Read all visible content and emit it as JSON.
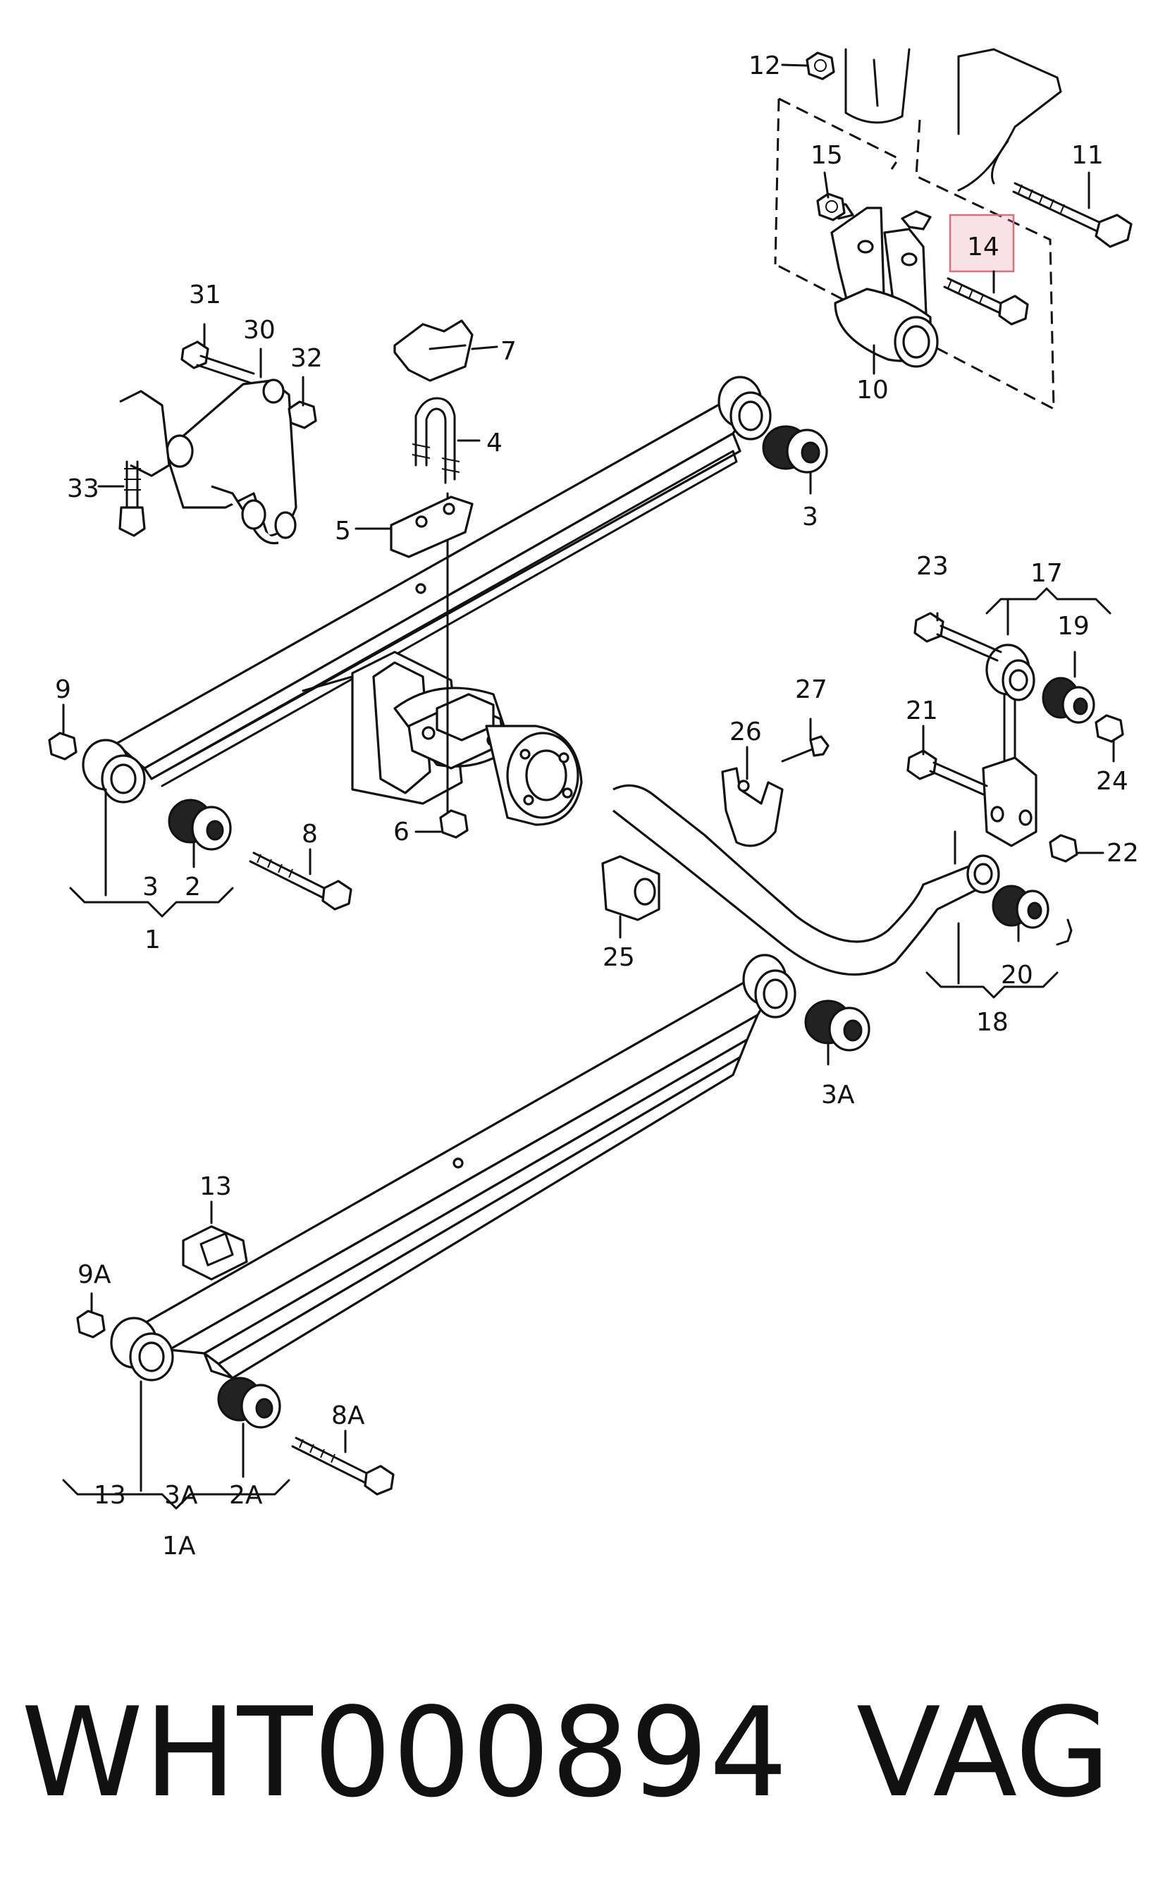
{
  "labels": {
    "l1": "1",
    "l1A": "1A",
    "l2": "2",
    "l2A": "2A",
    "l3a": "3",
    "l3b": "3",
    "l3A_a": "3A",
    "l3A_b": "3A",
    "l4": "4",
    "l5": "5",
    "l6": "6",
    "l7": "7",
    "l8": "8",
    "l8A": "8A",
    "l9": "9",
    "l9A": "9A",
    "l10": "10",
    "l11": "11",
    "l12": "12",
    "l13a": "13",
    "l13b": "13",
    "l14": "14",
    "l15": "15",
    "l17": "17",
    "l18": "18",
    "l19": "19",
    "l20": "20",
    "l21": "21",
    "l22": "22",
    "l23": "23",
    "l24": "24",
    "l25": "25",
    "l26": "26",
    "l27": "27",
    "l30": "30",
    "l31": "31",
    "l32": "32",
    "l33": "33"
  },
  "highlighted_part": "14",
  "highlight_color": "#d9707e",
  "footer": {
    "part_number": "WHT000894",
    "brand": "VAG"
  }
}
